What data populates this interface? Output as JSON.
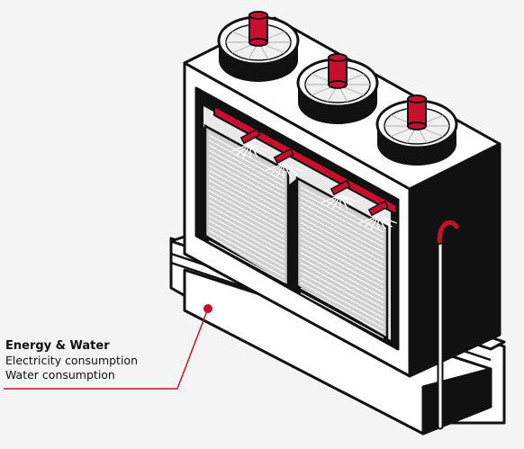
{
  "colors": {
    "background": "#f4f4f4",
    "accent": "#c8102e",
    "ink": "#111111",
    "paper": "#ffffff"
  },
  "callout": {
    "title": "Energy & Water",
    "lines": [
      "Electricity consumption",
      "Water consumption"
    ]
  },
  "icons": {
    "fans": "fan-icon",
    "marker": "indicator-dot-icon"
  }
}
